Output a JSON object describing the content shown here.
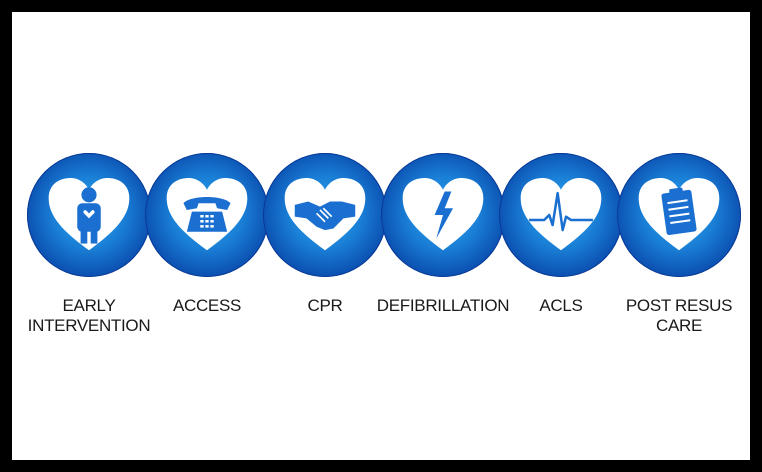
{
  "colors": {
    "circle_inner": "#2aa7f0",
    "circle_outer": "#062f84",
    "heart": "#ffffff",
    "icon": "#1a6fd0",
    "label": "#1a1a1a"
  },
  "steps": [
    {
      "icon": "person-icon",
      "label_lines": [
        "EARLY",
        "INTERVENTION"
      ]
    },
    {
      "icon": "telephone-icon",
      "label_lines": [
        "ACCESS"
      ]
    },
    {
      "icon": "handshake-icon",
      "label_lines": [
        "CPR"
      ]
    },
    {
      "icon": "lightning-icon",
      "label_lines": [
        "DEFIBRILLATION"
      ]
    },
    {
      "icon": "ecg-icon",
      "label_lines": [
        "ACLS"
      ]
    },
    {
      "icon": "clipboard-icon",
      "label_lines": [
        "POST RESUS",
        "CARE"
      ]
    }
  ]
}
